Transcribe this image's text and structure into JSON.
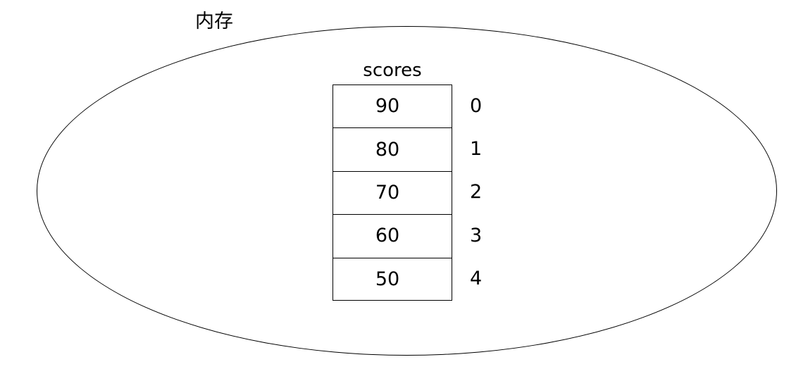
{
  "diagram": {
    "memory_region_label": "内存",
    "array": {
      "name_label": "scores",
      "cells": [
        {
          "value": "90",
          "index": "0"
        },
        {
          "value": "80",
          "index": "1"
        },
        {
          "value": "70",
          "index": "2"
        },
        {
          "value": "60",
          "index": "3"
        },
        {
          "value": "50",
          "index": "4"
        }
      ]
    },
    "colors": {
      "background": "#ffffff",
      "stroke": "#000000",
      "text": "#000000"
    }
  }
}
